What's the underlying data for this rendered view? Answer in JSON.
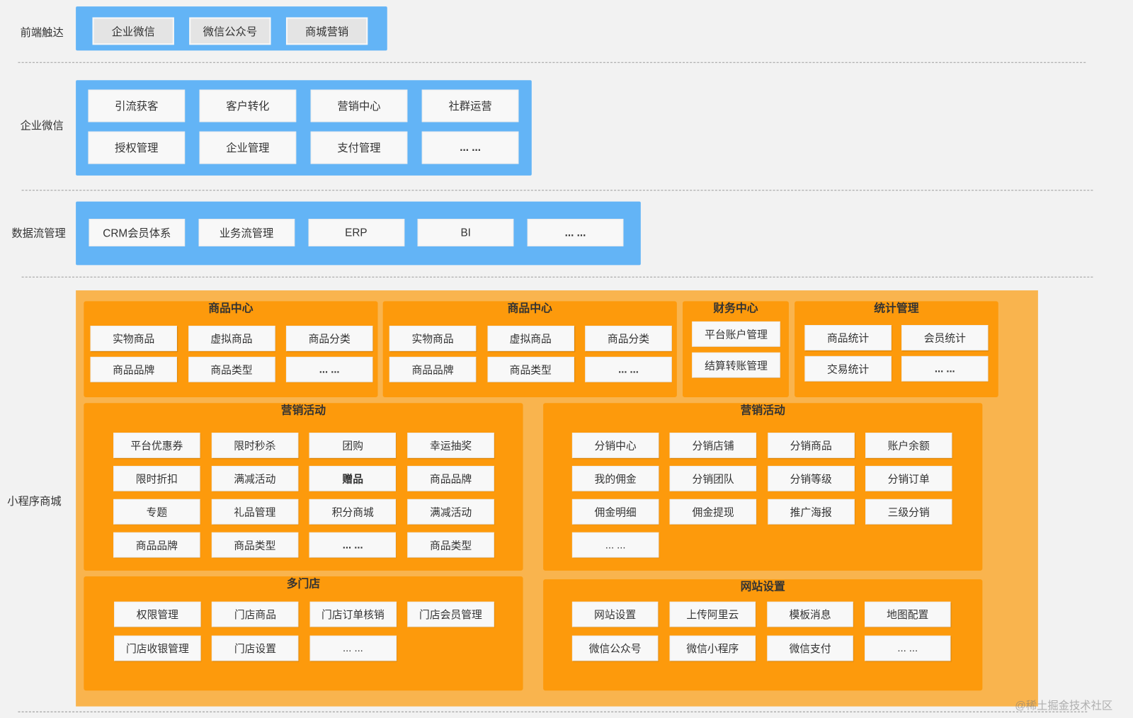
{
  "colors": {
    "background": "#f2f2f2",
    "blue_band": "#63b4f6",
    "orange_outer": "#f9b44e",
    "orange_panel": "#fd9a0c",
    "node_fill": "#f8f8f8",
    "node_gray": "#e4e4e4"
  },
  "frontend": {
    "label": "前端触达",
    "items": [
      "企业微信",
      "微信公众号",
      "商城营销"
    ]
  },
  "wecom": {
    "label": "企业微信",
    "items": [
      "引流获客",
      "客户转化",
      "营销中心",
      "社群运营",
      "授权管理",
      "企业管理",
      "支付管理",
      "... ..."
    ]
  },
  "dataflow": {
    "label": "数据流管理",
    "items": [
      "CRM会员体系",
      "业务流管理",
      "ERP",
      "BI",
      "... ..."
    ]
  },
  "miniapp": {
    "label": "小程序商城",
    "goods_center_1": {
      "title": "商品中心",
      "items": [
        "实物商品",
        "虚拟商品",
        "商品分类",
        "商品品牌",
        "商品类型",
        "... ..."
      ]
    },
    "goods_center_2": {
      "title": "商品中心",
      "items": [
        "实物商品",
        "虚拟商品",
        "商品分类",
        "商品品牌",
        "商品类型",
        "... ..."
      ]
    },
    "finance_center": {
      "title": "财务中心",
      "items": [
        "平台账户管理",
        "结算转账管理"
      ]
    },
    "statistics": {
      "title": "统计管理",
      "items": [
        "商品统计",
        "会员统计",
        "交易统计",
        "... ..."
      ]
    },
    "marketing_1": {
      "title": "营销活动",
      "items": [
        "平台优惠券",
        "限时秒杀",
        "团购",
        "幸运抽奖",
        "限时折扣",
        "满减活动",
        "赠品",
        "商品品牌",
        "专题",
        "礼品管理",
        "积分商城",
        "满减活动",
        "商品品牌",
        "商品类型",
        "... ...",
        "商品类型"
      ]
    },
    "marketing_2": {
      "title": "营销活动",
      "items": [
        "分销中心",
        "分销店铺",
        "分销商品",
        "账户余额",
        "我的佣金",
        "分销团队",
        "分销等级",
        "分销订单",
        "佣金明细",
        "佣金提现",
        "推广海报",
        "三级分销",
        "... ..."
      ]
    },
    "multi_store": {
      "title": "多门店",
      "items": [
        "权限管理",
        "门店商品",
        "门店订单核销",
        "门店会员管理",
        "门店收银管理",
        "门店设置",
        "... ..."
      ]
    },
    "site_settings": {
      "title": "网站设置",
      "items": [
        "网站设置",
        "上传阿里云",
        "模板消息",
        "地图配置",
        "微信公众号",
        "微信小程序",
        "微信支付",
        "... ..."
      ]
    }
  },
  "watermark": "@稀土掘金技术社区"
}
